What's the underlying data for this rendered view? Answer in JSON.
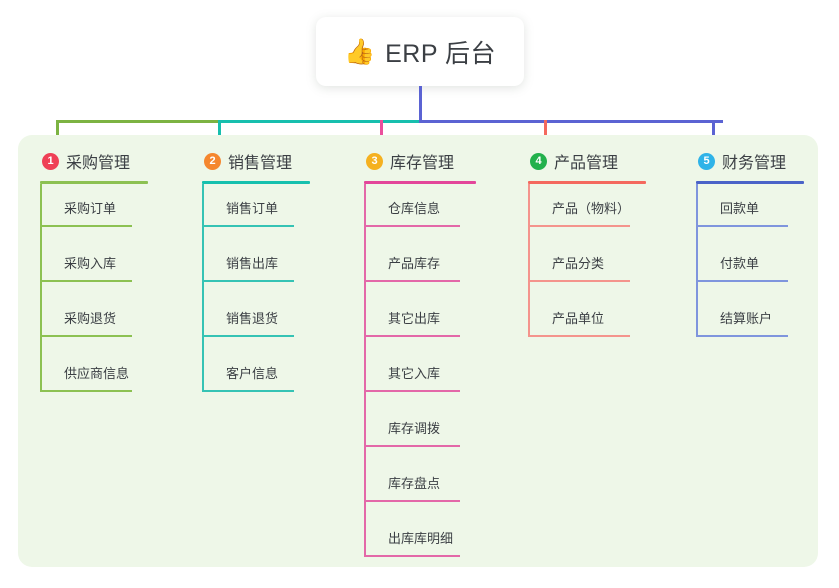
{
  "title": {
    "emoji": "👍",
    "emoji_name": "thumbs-up-icon",
    "text": "ERP 后台"
  },
  "colors": {
    "panel_bg": "#eef7e8",
    "page_bg": "#ffffff",
    "card_bg": "#ffffff",
    "text": "#3b3f44",
    "stem": "#5b63d3",
    "connector_left": "#7cb342",
    "connector_mid": "#17bfae",
    "connector_right": "#5b63d3"
  },
  "columns": [
    {
      "index": "1",
      "title": "采购管理",
      "badge_color": "#ef4056",
      "rule_color": "#8cc152",
      "line_color": "#8cc152",
      "drop_color": "#7cb342",
      "items": [
        "采购订单",
        "采购入库",
        "采购退货",
        "供应商信息"
      ]
    },
    {
      "index": "2",
      "title": "销售管理",
      "badge_color": "#f5872e",
      "rule_color": "#16c0ae",
      "line_color": "#35c3b4",
      "drop_color": "#17bfae",
      "items": [
        "销售订单",
        "销售出库",
        "销售退货",
        "客户信息"
      ]
    },
    {
      "index": "3",
      "title": "库存管理",
      "badge_color": "#f5b120",
      "rule_color": "#e3469a",
      "line_color": "#e368a8",
      "drop_color": "#ea4f9c",
      "items": [
        "仓库信息",
        "产品库存",
        "其它出库",
        "其它入库",
        "库存调拨",
        "库存盘点",
        "出库库明细"
      ]
    },
    {
      "index": "4",
      "title": "产品管理",
      "badge_color": "#22b14c",
      "rule_color": "#f4695e",
      "line_color": "#f4948c",
      "drop_color": "#f4695e",
      "items": [
        "产品（物料）",
        "产品分类",
        "产品单位"
      ]
    },
    {
      "index": "5",
      "title": "财务管理",
      "badge_color": "#2fb3e8",
      "rule_color": "#4a63c8",
      "line_color": "#7f95dd",
      "drop_color": "#5b63d3",
      "items": [
        "回款单",
        "付款单",
        "结算账户"
      ]
    }
  ]
}
